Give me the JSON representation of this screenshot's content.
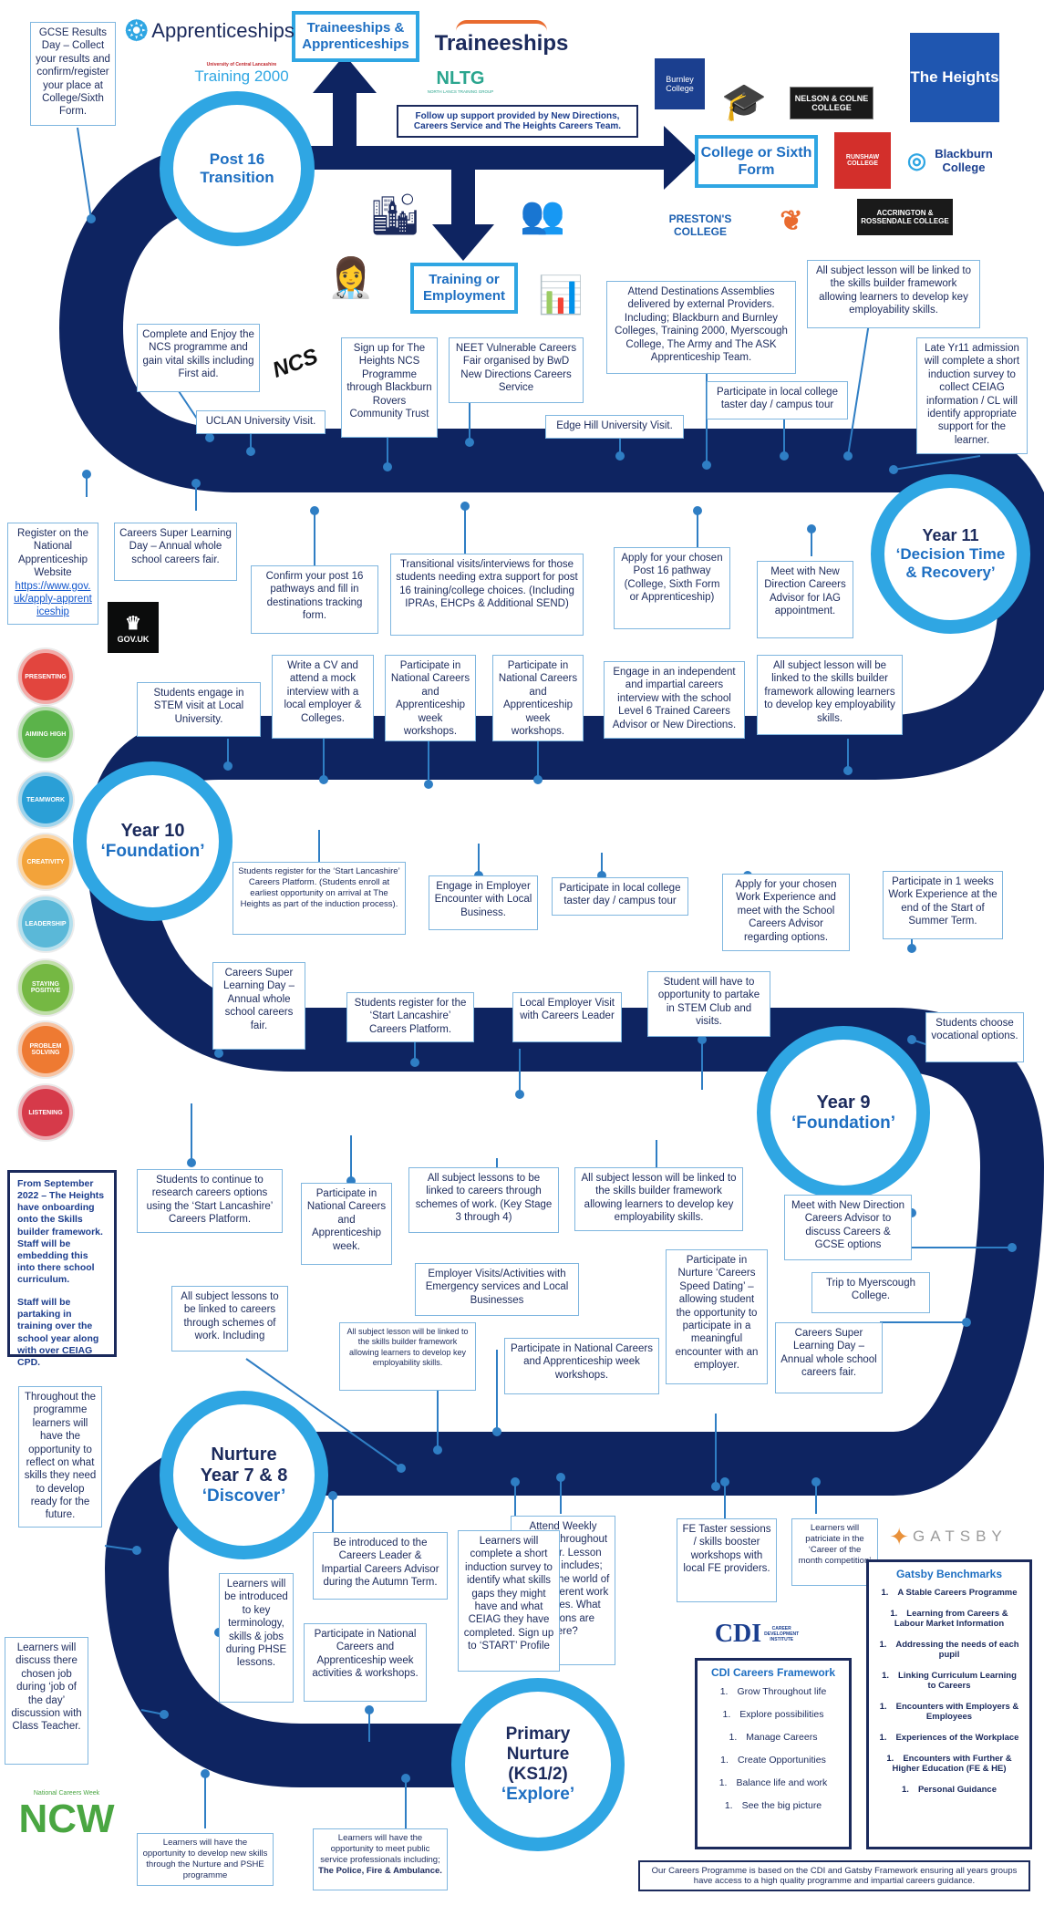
{
  "title_circles": {
    "post16": {
      "line1": "Post 16",
      "line2": "Transition"
    },
    "year11": {
      "line1": "Year 11",
      "line2": "‘Decision Time & Recovery’"
    },
    "year10": {
      "line1": "Year 10",
      "line2": "‘Foundation’"
    },
    "year9": {
      "line1": "Year 9",
      "line2": "‘Foundation’"
    },
    "year78": {
      "line1": "Nurture Year 7 & 8",
      "line2": "‘Discover’"
    },
    "primary": {
      "line1": "Primary Nurture (KS1/2)",
      "line2": "‘Explore’"
    }
  },
  "destinations": {
    "traineeships": "Traineeships & Apprenticeships",
    "college": "College or Sixth Form",
    "training": "Training or Employment",
    "follow_up": "Follow up support provided by New Directions, Careers Service and The Heights Careers Team."
  },
  "logos": {
    "apprenticeships": "Apprenticeships",
    "training2000_small": "University of Central Lancashire",
    "training2000": "Training 2000",
    "traineeships": "Traineeships",
    "nltg": "NLTG",
    "nltg_sub": "NORTH LANCS TRAINING GROUP",
    "burnley": "Burnley College",
    "nelson_colne": "NELSON & COLNE COLLEGE",
    "the_heights": "The Heights",
    "runshaw": "RUNSHAW COLLEGE",
    "blackburn": "Blackburn College",
    "prestons": "PRESTON'S COLLEGE",
    "accrington": "ACCRINGTON & ROSSENDALE COLLEGE",
    "ncs": "NCS",
    "govuk": "GOV.UK",
    "gatsby": "GATSBY",
    "cdi": "CAREER DEVELOPMENT INSTITUTE",
    "ncw_small": "National Careers Week",
    "ncw": "NCW"
  },
  "skill_badges": [
    "PRESENTING",
    "AIMING HIGH",
    "TEAMWORK",
    "CREATIVITY",
    "LEADERSHIP",
    "STAYING POSITIVE",
    "PROBLEM SOLVING",
    "LISTENING"
  ],
  "colors": {
    "road": "#0e2461",
    "accent": "#2fa6e3",
    "title": "#1e6fc2"
  },
  "boxes": {
    "gcse_results": "GCSE Results Day – Collect your results and confirm/register your place at College/Sixth Form.",
    "ncs_complete": "Complete and Enjoy the NCS programme and gain vital skills including First aid.",
    "ncs_signup": "Sign up for The Heights NCS Programme through Blackburn Rovers Community Trust",
    "neet_fair": "NEET Vulnerable Careers Fair organised by BwD New Directions Careers Service",
    "destinations_assemblies": "Attend Destinations Assemblies delivered by external Providers. Including; Blackburn and Burnley Colleges, Training 2000, Myerscough College, The Army and The ASK Apprenticeship Team.",
    "y11_skills_builder": "All subject lesson will be linked to the skills builder framework allowing learners to develop key employability skills.",
    "late_admission": "Late Yr11 admission will complete a short induction survey to collect CEIAG information / CL will identify appropriate support for the learner.",
    "uclan_visit": "UCLAN University Visit.",
    "edge_hill": "Edge Hill University Visit.",
    "college_taster_y11": "Participate in local college taster day / campus tour",
    "register_apprenticeship": "Register on the National Apprenticeship Website",
    "register_link": "https://www.gov.uk/apply-apprenticeship",
    "super_learning_y11": "Careers Super Learning Day – Annual whole school careers fair.",
    "confirm_pathways": "Confirm your post 16 pathways and fill in destinations tracking form.",
    "transitional_visits": "Transitional visits/interviews for those students needing extra support for post 16 training/college choices. (Including IPRAs, EHCPs & Additional SEND)",
    "apply_pathway": "Apply for your chosen Post 16 pathway (College, Sixth Form or Apprenticeship)",
    "meet_new_direction_y11": "Meet with New Direction Careers Advisor for IAG appointment.",
    "stem_university": "Students engage in STEM visit at Local University.",
    "mock_interview": "Write a CV and attend a mock interview with a local employer & Colleges.",
    "ncaw_y10a": "Participate in National Careers and Apprenticeship week workshops.",
    "ncaw_y10b": "Participate in National Careers and Apprenticeship week workshops.",
    "impartial_interview": "Engage in an independent and impartial careers interview with the school Level 6 Trained Careers Advisor or New Directions.",
    "y10_skills_builder": "All subject lesson will be linked to the skills builder framework allowing learners to develop key employability skills.",
    "start_lancashire_y10": "Students register for the ‘Start Lancashire’ Careers Platform. (Students enroll at earliest opportunity on arrival at The Heights as part of the induction process).",
    "employer_encounter": "Engage in Employer Encounter with Local Business.",
    "college_taster_y10": "Participate in local college taster day / campus tour",
    "work_experience_apply": "Apply for your chosen Work Experience and meet with the School Careers Advisor regarding options.",
    "work_experience_1week": "Participate in 1 weeks Work Experience at the end of the Start of Summer Term.",
    "super_learning_y10": "Careers Super Learning Day – Annual whole school careers fair.",
    "start_lancashire_y9": "Students register for the ‘Start Lancashire’ Careers Platform.",
    "employer_visit_leader": "Local Employer Visit with Careers Leader",
    "stem_club": "Student will have to opportunity to partake in STEM Club and visits.",
    "vocational": "Students choose vocational options.",
    "research_options": "Students to continue to research careers options using the ‘Start Lancashire’ Careers Platform.",
    "ncaw_y9": "Participate in National Careers and Apprenticeship week.",
    "schemes_ks3": "All subject lessons to be linked to careers through schemes of work. (Key Stage 3 through 4)",
    "y9_skills_builder": "All subject lesson will be linked to the skills builder framework allowing learners to develop key employability skills.",
    "meet_new_direction_y9": "Meet with New Direction Careers Advisor to discuss Careers & GCSE options",
    "myerscough_trip": "Trip to Myerscough College.",
    "onboarding_note": "From September 2022 – The Heights have onboarding onto the Skills builder framework. Staff will be embedding this into there school curriculum.",
    "onboarding_note2": "Staff will be partaking in training over the school year along with over CEIAG CPD.",
    "schemes_general": "All subject lessons to be linked to careers through schemes of work. Including",
    "emergency_services": "Employer Visits/Activities with Emergency services and Local Businesses",
    "skills_builder_small": "All subject lesson will be linked to the skills builder framework allowing learners to develop key employability skills.",
    "ncaw_y78": "Participate in National Careers and Apprenticeship week workshops.",
    "speed_dating": "Participate in Nurture ‘Careers Speed Dating’ – allowing student the opportunity to participate in a meaningful encounter with an employer.",
    "super_learning_y9": "Careers Super Learning Day – Annual whole school careers fair.",
    "reflect_skills": "Throughout the programme learners will have the opportunity to reflect on what skills they need to develop ready for the future.",
    "careers_leader_intro": "Be introduced to the Careers Leader & Impartial Careers Advisor during the Autumn Term.",
    "induction_survey": "Learners will complete a short induction survey to identify what skills gaps they might have and what CEIAG they have completed. Sign up to ‘START’ Profile",
    "weekly_lessons": "Attend Weekly lessons throughout the year. Lesson content includes; Skills in the world of work, different work industries. What questions are there?",
    "fe_taster": "FE Taster sessions / skills booster workshops with local FE providers.",
    "career_of_month": "Learners will patriciate in the ‘Career of the month competition’",
    "key_terminology": "Learners will be introduced to key terminology, skills & jobs during PHSE lessons.",
    "ncaw_primary": "Participate in National Careers and Apprenticeship week activities & workshops.",
    "job_of_day": "Learners will discuss there chosen job during ‘job of the day’ discussion with Class Teacher.",
    "nurture_skills": "Learners will have the opportunity to develop new skills through the Nurture and PSHE programme",
    "public_service": "Learners will have the opportunity to meet public service professionals including;",
    "public_service_bold": "The Police, Fire & Ambulance."
  },
  "cdi_framework": {
    "title": "CDI Careers Framework",
    "items": [
      "Grow Throughout life",
      "Explore possibilities",
      "Manage Careers",
      "Create Opportunities",
      "Balance life and work",
      "See the big picture"
    ]
  },
  "gatsby_benchmarks": {
    "title": "Gatsby Benchmarks",
    "items": [
      "A Stable Careers Programme",
      "Learning from Careers & Labour Market Information",
      "Addressing the needs of each pupil",
      "Linking Curriculum Learning to Careers",
      "Encounters with Employers & Employees",
      "Experiences of the Workplace",
      "Encounters with Further & Higher Education (FE & HE)",
      "Personal Guidance"
    ]
  },
  "footer": "Our Careers Programme is based on the CDI and Gatsby Framework ensuring all years groups have access to a high quality programme and impartial careers guidance."
}
